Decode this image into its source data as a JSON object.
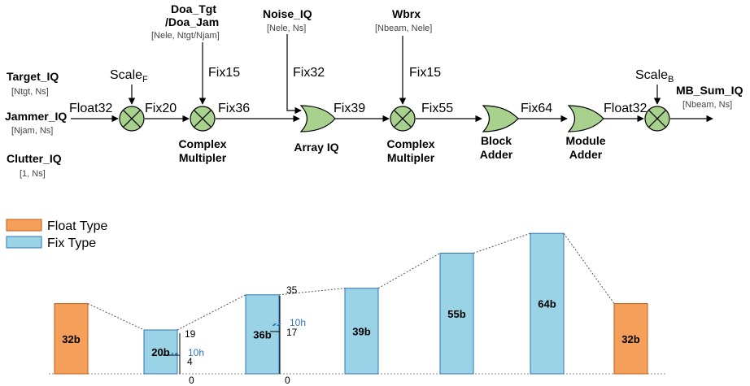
{
  "inputs": {
    "target": {
      "name": "Target_IQ",
      "dims": "[Ntgt, Ns]"
    },
    "jammer": {
      "name": "Jammer_IQ",
      "dims": "[Njam, Ns]"
    },
    "clutter": {
      "name": "Clutter_IQ",
      "dims": "[1, Ns]"
    }
  },
  "top_inputs": {
    "doa": {
      "line1": "Doa_Tgt",
      "line2": "/Doa_Jam",
      "dims": "[Nele, Ntgt/Njam]"
    },
    "noise": {
      "name": "Noise_IQ",
      "dims": "[Nele, Ns]"
    },
    "wbrx": {
      "name": "Wbrx",
      "dims": "[Nbeam, Nele]"
    }
  },
  "scales": {
    "front_base": "Scale",
    "front_sub": "F",
    "back_base": "Scale",
    "back_sub": "B"
  },
  "fix_inputs": {
    "fix15_a": "Fix15",
    "fix32": "Fix32",
    "fix15_b": "Fix15"
  },
  "signal_labels": {
    "float32_in": "Float32",
    "fix20": "Fix20",
    "fix36": "Fix36",
    "fix39": "Fix39",
    "fix55": "Fix55",
    "fix64": "Fix64",
    "float32_out": "Float32"
  },
  "blocks": {
    "cm1_line1": "Complex",
    "cm1_line2": "Multipler",
    "array_iq": "Array IQ",
    "cm2_line1": "Complex",
    "cm2_line2": "Multipler",
    "block_adder_line1": "Block",
    "block_adder_line2": "Adder",
    "module_adder_line1": "Module",
    "module_adder_line2": "Adder"
  },
  "output": {
    "name": "MB_Sum_IQ",
    "dims": "[Nbeam, Ns]"
  },
  "legend": {
    "float": "Float Type",
    "fix": "Fix Type"
  },
  "colors": {
    "float": "#F5A05A",
    "fix": "#99D3E5",
    "annotation": "#2E75B6"
  },
  "chart_data": {
    "type": "bar",
    "values": [
      32,
      20,
      36,
      39,
      55,
      64,
      32
    ],
    "bar_labels": [
      "32b",
      "20b",
      "36b",
      "39b",
      "55b",
      "64b",
      "32b"
    ],
    "bar_types": [
      "float",
      "fix",
      "fix",
      "fix",
      "fix",
      "fix",
      "float"
    ],
    "annotations": {
      "b20_top": "19",
      "b20_mid": "4",
      "b20_zero": "0",
      "b20_marker": "10h",
      "b36_top": "35",
      "b36_mid": "17",
      "b36_zero": "0",
      "b36_marker": "10h"
    }
  }
}
